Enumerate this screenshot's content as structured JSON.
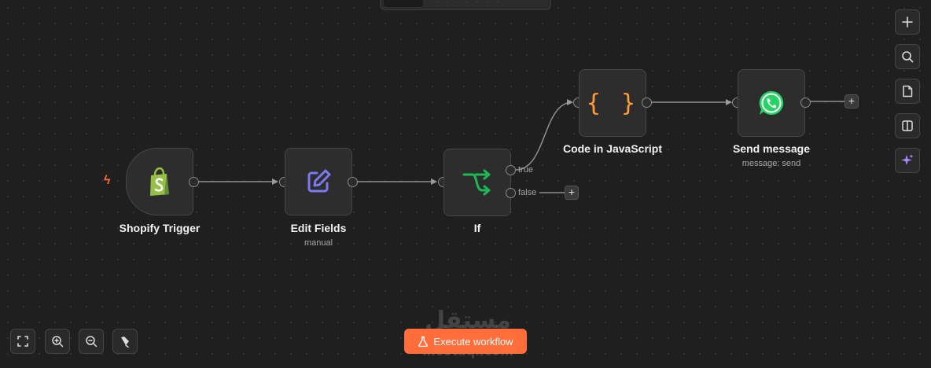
{
  "canvas": {
    "background": "#1f1f1f",
    "accent": "#ff6d3a"
  },
  "nodes": [
    {
      "id": "shopify",
      "title": "Shopify Trigger",
      "subtitle": "",
      "icon": "shopify-icon",
      "color": "#95bf47"
    },
    {
      "id": "edit",
      "title": "Edit Fields",
      "subtitle": "manual",
      "icon": "pencil-edit-icon",
      "color": "#7b7bf0"
    },
    {
      "id": "if",
      "title": "If",
      "subtitle": "",
      "icon": "branch-split-icon",
      "color": "#1db954",
      "branches": [
        "true",
        "false"
      ]
    },
    {
      "id": "code",
      "title": "Code in JavaScript",
      "subtitle": "",
      "icon": "curly-braces-icon",
      "color": "#ff9d3a"
    },
    {
      "id": "whatsapp",
      "title": "Send message",
      "subtitle": "message: send",
      "icon": "whatsapp-icon",
      "color": "#25d366"
    }
  ],
  "right_toolbar": [
    {
      "icon": "plus-icon"
    },
    {
      "icon": "search-icon"
    },
    {
      "icon": "sticky-note-icon"
    },
    {
      "icon": "panel-toggle-icon"
    },
    {
      "icon": "ai-sparkle-icon"
    }
  ],
  "bottom_toolbar": [
    {
      "icon": "fit-view-icon"
    },
    {
      "icon": "zoom-in-icon"
    },
    {
      "icon": "zoom-out-icon"
    },
    {
      "icon": "tidy-up-icon"
    }
  ],
  "execute_button": {
    "label": "Execute workflow",
    "icon": "flask-icon"
  },
  "watermark": {
    "arabic": "مستقل",
    "latin": "mostaql.com"
  }
}
